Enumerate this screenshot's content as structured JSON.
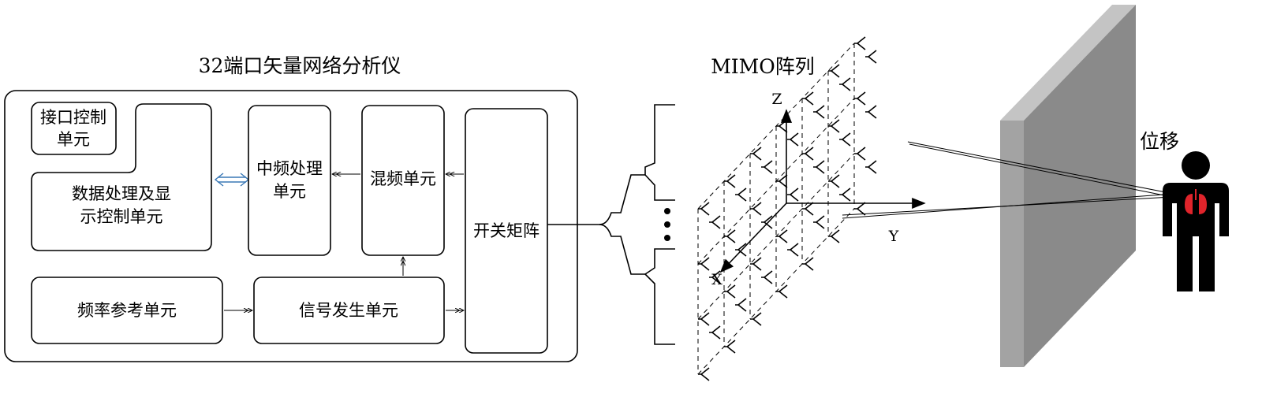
{
  "vna": {
    "title": "32端口矢量网络分析仪",
    "interface_control": [
      "接口控制",
      "单元"
    ],
    "data_processing": [
      "数据处理及显",
      "示控制单元"
    ],
    "if_processing": [
      "中频处理",
      "单元"
    ],
    "mixer": "混频单元",
    "switch_matrix": "开关矩阵",
    "freq_reference": "频率参考单元",
    "signal_generator": "信号发生单元"
  },
  "mimo": {
    "title": "MIMO阵列",
    "axis_x": "X",
    "axis_y": "Y",
    "axis_z": "Z"
  },
  "target": {
    "displacement": "位移"
  },
  "colors": {
    "bidirectional_arrow": "#3a78b5",
    "wall_front": "#a3a3a3",
    "wall_side": "#8a8a8a",
    "wall_top": "#c4c4c4",
    "person": "#000000",
    "lungs": "#e0242b"
  }
}
